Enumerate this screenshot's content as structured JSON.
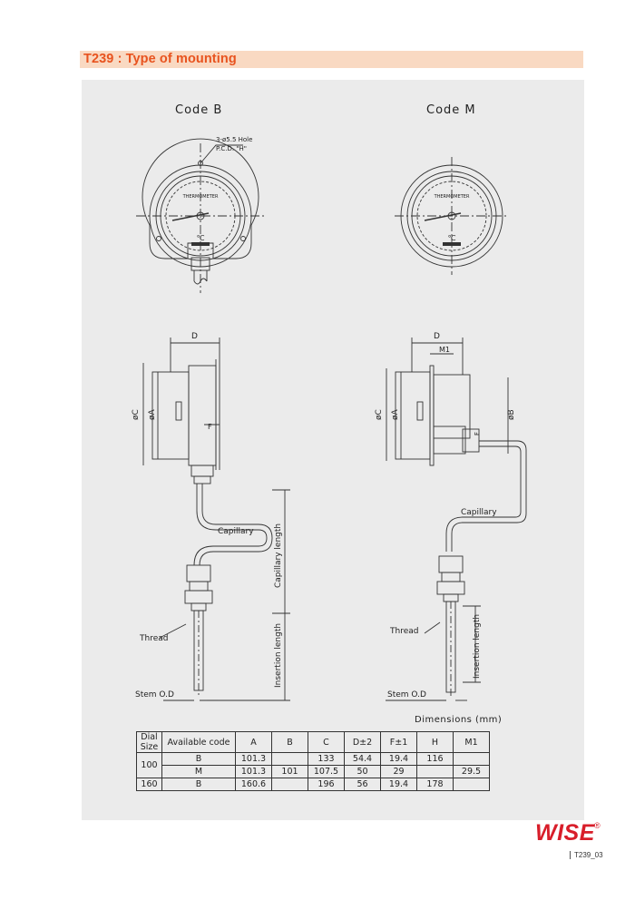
{
  "header": {
    "title": "T239 : Type of mounting"
  },
  "drawing": {
    "code_b_label": "Code B",
    "code_m_label": "Code M",
    "hole_note_line1": "3-ø5.5 Hole",
    "hole_note_line2": "P.C.D. \"H\"",
    "dial_text": "THERMOMETER",
    "dial_unit": "℃",
    "labels": {
      "d": "D",
      "m1": "M1",
      "phi_c": "øC",
      "phi_a": "øA",
      "phi_b": "øB",
      "f": "F",
      "capillary": "Capillary",
      "capillary_length": "Capillary length",
      "insertion_length": "Insertion length",
      "thread": "Thread",
      "stem_od": "Stem O.D"
    }
  },
  "dimensions_table": {
    "caption": "Dimensions (mm)",
    "headers": [
      "Dial Size",
      "Available code",
      "A",
      "B",
      "C",
      "D±2",
      "F±1",
      "H",
      "M1"
    ],
    "rows": [
      {
        "dial_size": "100",
        "code": "B",
        "a": "101.3",
        "b": "",
        "c": "133",
        "d": "54.4",
        "f": "19.4",
        "h": "116",
        "m1": ""
      },
      {
        "dial_size": "",
        "code": "M",
        "a": "101.3",
        "b": "101",
        "c": "107.5",
        "d": "50",
        "f": "29",
        "h": "",
        "m1": "29.5"
      },
      {
        "dial_size": "160",
        "code": "B",
        "a": "160.6",
        "b": "",
        "c": "196",
        "d": "56",
        "f": "19.4",
        "h": "178",
        "m1": ""
      }
    ]
  },
  "footer": {
    "logo": "WISE",
    "registered": "®",
    "page_ref": "T239_03"
  },
  "colors": {
    "accent": "#e8531f",
    "title_bg": "#f9d9c2",
    "panel_bg": "#ebebeb",
    "logo": "#d81e2a"
  }
}
